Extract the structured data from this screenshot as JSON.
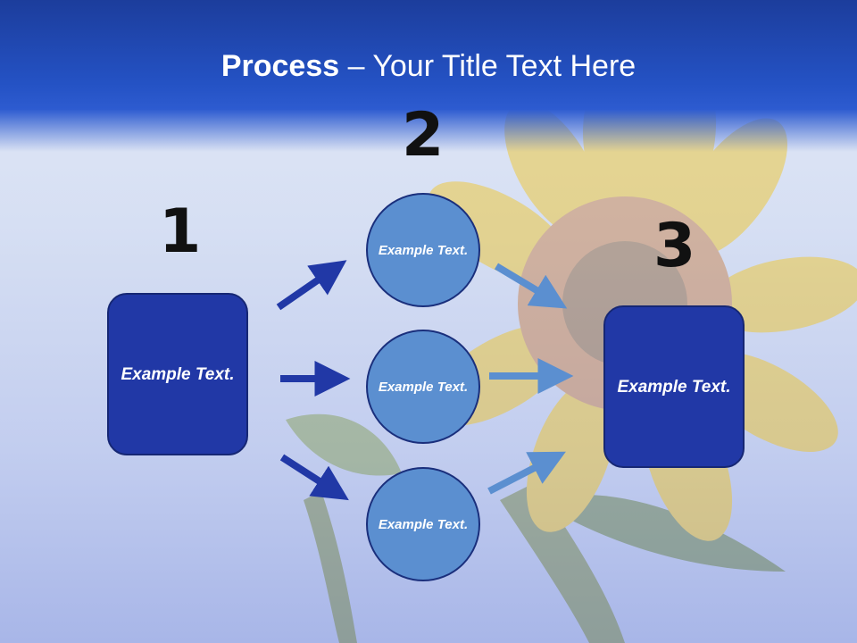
{
  "title": {
    "bold": "Process",
    "rest": " – Your Title Text Here"
  },
  "steps": {
    "step1": {
      "number": "1",
      "text": "Example Text."
    },
    "step2": {
      "number": "2",
      "items": [
        {
          "text": "Example Text."
        },
        {
          "text": "Example Text."
        },
        {
          "text": "Example Text."
        }
      ]
    },
    "step3": {
      "number": "3",
      "text": "Example Text."
    }
  },
  "colors": {
    "header": "#2452c4",
    "box": "#2138a6",
    "circle": "#5b8fd0",
    "arrow_dark": "#2138a6",
    "arrow_light": "#5b8fd0"
  },
  "background": "sunflower-over-sky-image"
}
